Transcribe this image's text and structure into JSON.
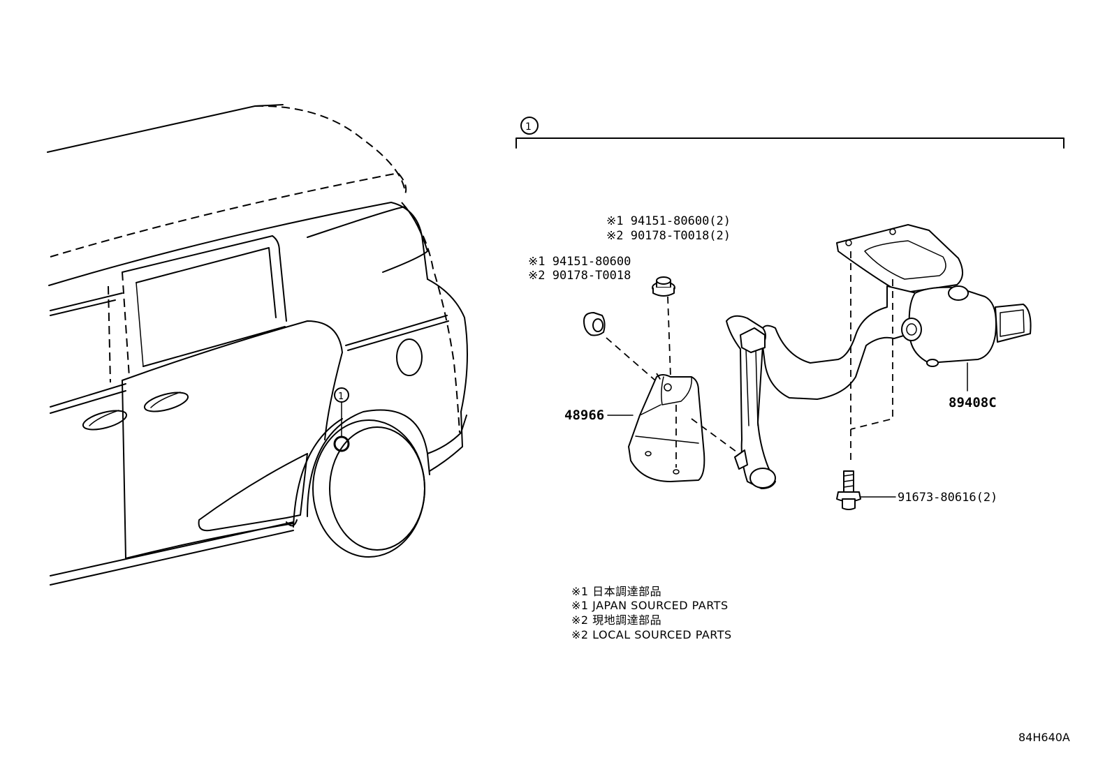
{
  "callout": {
    "number": "1"
  },
  "parts": {
    "nut_upper": {
      "line1": "※1 94151-80600(2)",
      "line2": "※2 90178-T0018(2)"
    },
    "nut_left": {
      "line1": "※1 94151-80600",
      "line2": "※2 90178-T0018"
    },
    "bracket": "48966",
    "sensor": "89408C",
    "bolt": "91673-80616(2)"
  },
  "notes": [
    "※1 日本調達部品",
    "※1 JAPAN SOURCED PARTS",
    "※2 現地調達部品",
    "※2 LOCAL SOURCED PARTS"
  ],
  "reference_code": "84H640A"
}
